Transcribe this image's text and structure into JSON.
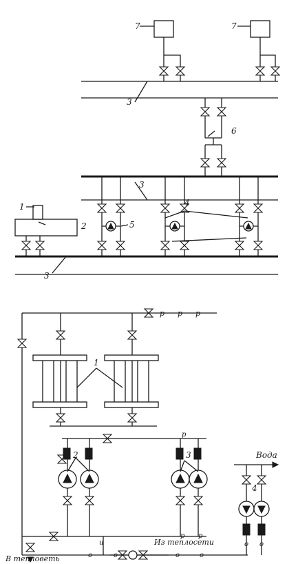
{
  "labels": {
    "n1": "1",
    "n2": "2",
    "n3": "3",
    "n4": "4",
    "n5": "5",
    "n6": "6",
    "n7": "7",
    "p": "р",
    "o": "о",
    "u": "и"
  },
  "captions": {
    "to_network": "В тепловеть",
    "from_network": "Из теплосети",
    "water": "Вода"
  },
  "colors": {
    "ink": "#1a1a1a",
    "paper": "#ffffff"
  }
}
